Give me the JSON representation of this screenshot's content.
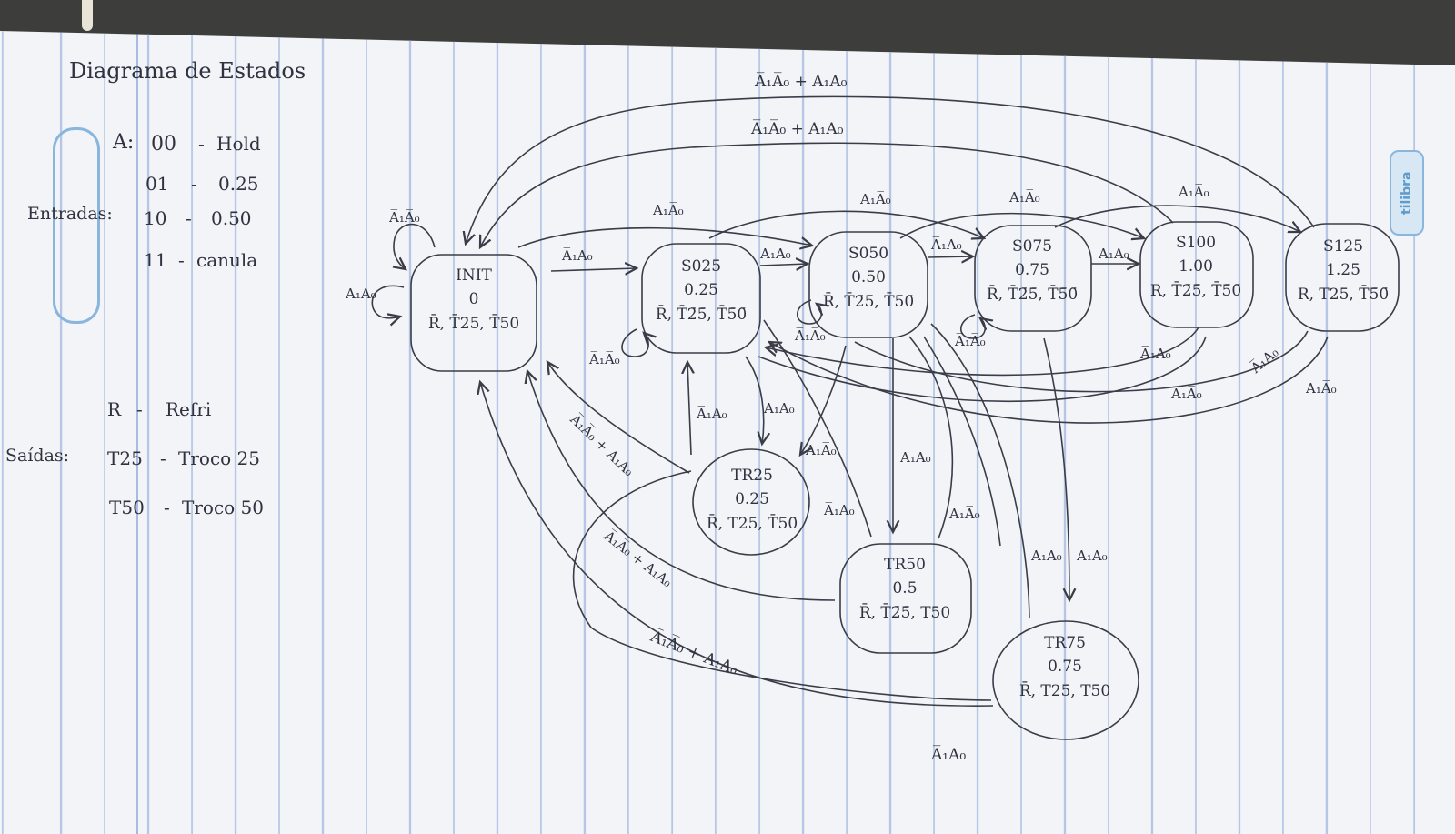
{
  "brand": "tilibra",
  "title": "Diagrama de Estados",
  "inputs": {
    "group_label": "Entradas:",
    "var": "A:",
    "rows": [
      {
        "code": "00",
        "meaning": "Hold"
      },
      {
        "code": "01",
        "meaning": "0.25"
      },
      {
        "code": "10",
        "meaning": "0.50"
      },
      {
        "code": "11",
        "meaning": "canula"
      }
    ]
  },
  "outputs": {
    "group_label": "Saídas:",
    "rows": [
      {
        "code": "R",
        "meaning": "Refri"
      },
      {
        "code": "T25",
        "meaning": "Troco 25"
      },
      {
        "code": "T50",
        "meaning": "Troco 50"
      }
    ]
  },
  "states": {
    "init": {
      "name": "INIT",
      "value": "0",
      "outputs": "R̄, T̄2̄5̄, T̄5̄0̄"
    },
    "s025": {
      "name": "S025",
      "value": "0.25",
      "outputs": "R̄, T̄2̄5̄, T̄5̄0̄"
    },
    "s050": {
      "name": "S050",
      "value": "0.50",
      "outputs": "R̄, T̄2̄5̄, T̄5̄0̄"
    },
    "s075": {
      "name": "S075",
      "value": "0.75",
      "outputs": "R̄, T̄2̄5̄, T̄5̄0̄"
    },
    "s100": {
      "name": "S100",
      "value": "1.00",
      "outputs": "R, T̄2̄5̄, T̄5̄0̄"
    },
    "s125": {
      "name": "S125",
      "value": "1.25",
      "outputs": "R, T25, T̄5̄0̄"
    },
    "tr25": {
      "name": "TR25",
      "value": "0.25",
      "outputs": "R̄, T25, T̄5̄0̄"
    },
    "tr50": {
      "name": "TR50",
      "value": "0.5",
      "outputs": "R̄, T̄2̄5̄, T50"
    },
    "tr75": {
      "name": "TR75",
      "value": "0.75",
      "outputs": "R̄, T25, T50"
    }
  },
  "edge_labels": {
    "top_outer": "A̅₁A̅₀ + A₁A₀",
    "top_inner": "A̅₁A̅₀ + A₁A₀",
    "init_self_top": "A̅₁A̅₀",
    "init_self_left": "A₁A₀",
    "init_s025": "A̅₁A₀",
    "init_s050": "A₁A̅₀",
    "s025_s050": "A̅₁A₀",
    "s025_s075": "A₁A̅₀",
    "s050_s075": "A̅₁A₀",
    "s050_s100": "A₁A̅₀",
    "s075_s100": "A̅₁A₀",
    "s075_s125": "A₁A̅₀",
    "s025_self": "A̅₁A̅₀",
    "s050_self": "A̅₁A̅₀",
    "s075_self": "A̅₁A̅₀",
    "s025_init": "A̅₁A̅₀ + A₁A₀",
    "tr25_s025": "A̅₁A₀",
    "s025_tr25": "A₁A₀",
    "s050_tr25": "A₁A̅₀",
    "tr25_s050": "A̅₁A₀",
    "s050_tr50": "A₁A₀",
    "s075_tr50": "A₁A̅₀",
    "s075_tr75a": "A₁A̅₀",
    "s075_tr75b": "A₁A₀",
    "s100_back": "A̅₁A₀",
    "s100_back2": "A₁A̅₀",
    "s125_back": "A̅₁A₀",
    "s125_back2": "A₁A̅₀",
    "tr50_init": "A̅₁A̅₀ + A₁A₀",
    "tr75_init": "A̅₁A̅₀ + A₁A₀",
    "tr75_bottom": "A̅₁A₀"
  }
}
